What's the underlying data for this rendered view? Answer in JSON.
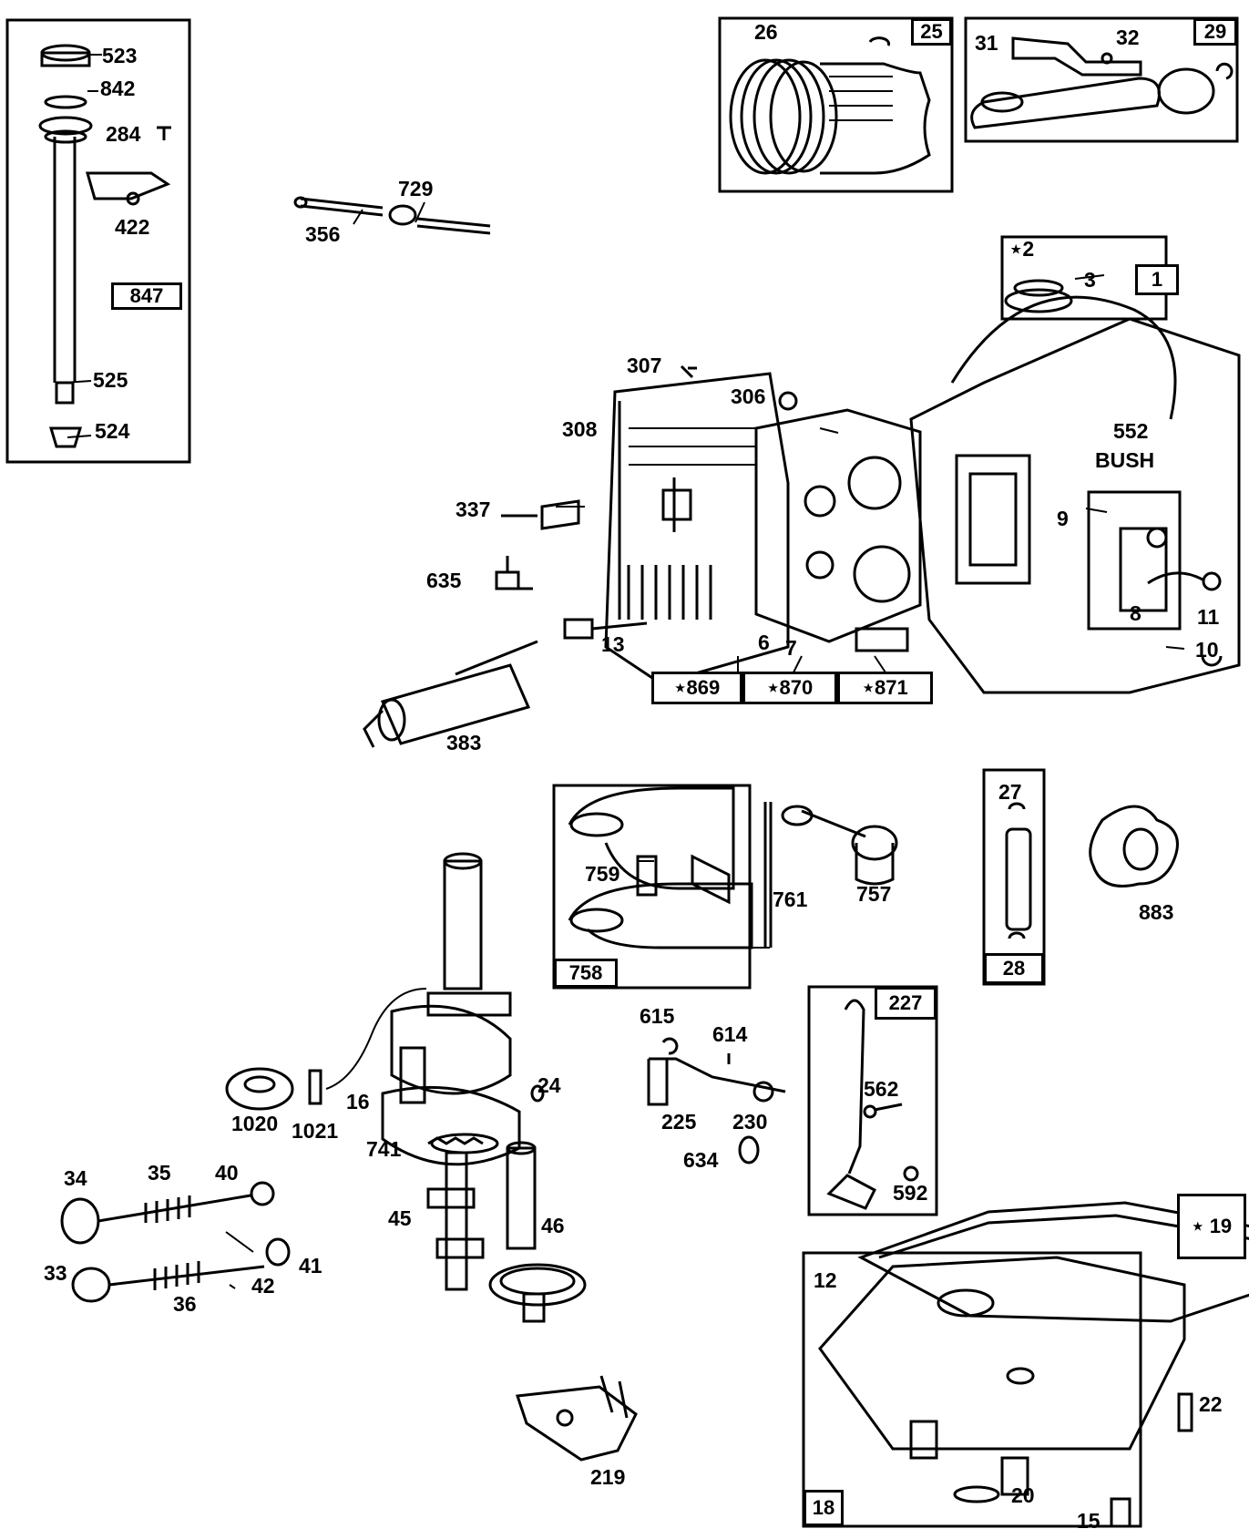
{
  "callouts": {
    "c523": "523",
    "c842": "842",
    "c284": "284",
    "c422": "422",
    "c847": "847",
    "c525": "525",
    "c524": "524",
    "c729": "729",
    "c356": "356",
    "c26": "26",
    "c25": "25",
    "c31": "31",
    "c32": "32",
    "c29": "29",
    "c2": "⋆2",
    "c3": "3",
    "c1": "1",
    "c307": "307",
    "c306": "306",
    "c308": "308",
    "c552": "552",
    "cbush": "BUSH",
    "c337": "337",
    "c9": "9",
    "c635": "635",
    "c13": "13",
    "c6": "6",
    "c7": "7",
    "c8": "8",
    "c11": "11",
    "c10": "10",
    "c869": "⋆869",
    "c870": "⋆870",
    "c871": "⋆871",
    "c383": "383",
    "c759": "759",
    "c761": "761",
    "c757": "757",
    "c758": "758",
    "c27": "27",
    "c28": "28",
    "c883": "883",
    "c615": "615",
    "c614": "614",
    "c225": "225",
    "c230": "230",
    "c634": "634",
    "c227": "227",
    "c562": "562",
    "c592": "592",
    "c1020": "1020",
    "c1021": "1021",
    "c16": "16",
    "c24": "24",
    "c741": "741",
    "c34": "34",
    "c35": "35",
    "c40": "40",
    "c45": "45",
    "c46": "46",
    "c33": "33",
    "c36": "36",
    "c42": "42",
    "c41": "41",
    "c19": "⋆ 19",
    "c12": "12",
    "c22": "22",
    "c219": "219",
    "c18": "18",
    "c20": "20",
    "c15": "15"
  }
}
